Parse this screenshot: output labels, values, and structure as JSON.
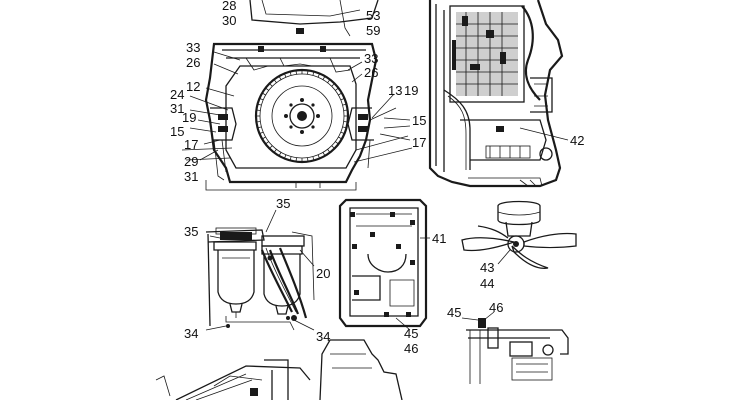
{
  "callouts": {
    "c28": "28",
    "c30": "30",
    "c53": "53",
    "c59": "59",
    "c33a": "33",
    "c26a": "26",
    "c12": "12",
    "c24": "24",
    "c31a": "31",
    "c19a": "19",
    "c15a": "15",
    "c17a": "17",
    "c29": "29",
    "c31b": "31",
    "c33b": "33",
    "c26b": "26",
    "c13": "13",
    "c19b": "19",
    "c15b": "15",
    "c17b": "17",
    "c42": "42",
    "c35a": "35",
    "c35b": "35",
    "c20": "20",
    "c34a": "34",
    "c34b": "34",
    "c41": "41",
    "c45a": "45",
    "c46a": "46",
    "c43": "43",
    "c44": "44",
    "c45b": "45",
    "c46b": "46"
  },
  "colors": {
    "line": "#1a1a1a",
    "background": "#ffffff"
  }
}
